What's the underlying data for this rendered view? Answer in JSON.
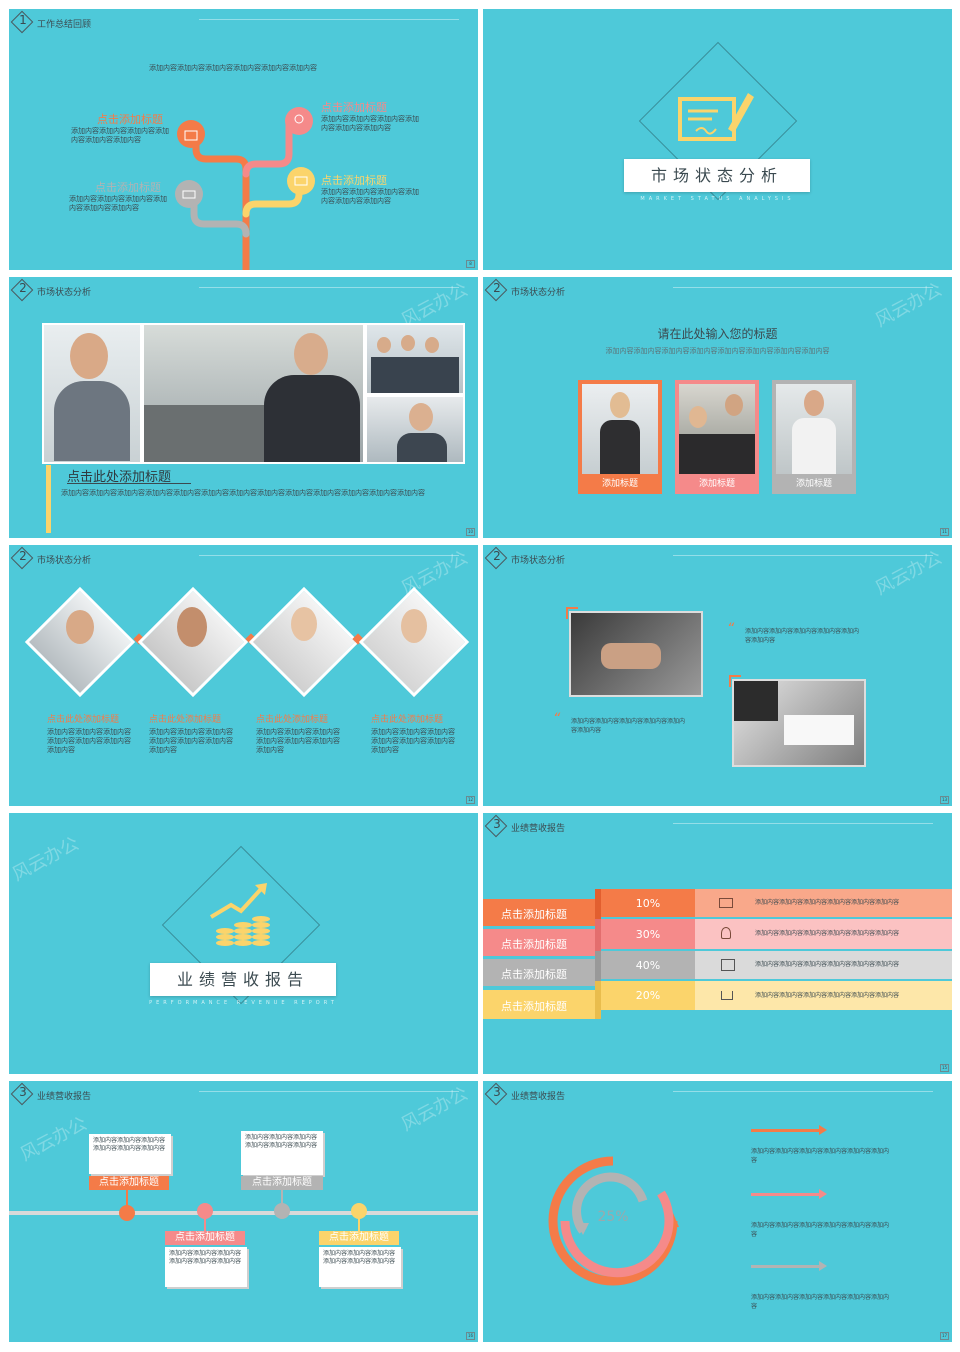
{
  "colors": {
    "bg": "#4ec9d9",
    "orange": "#f47b48",
    "pink": "#f58a8a",
    "gray": "#b3b3b3",
    "yellow": "#fbd46b",
    "dark": "#3b4a50"
  },
  "s1": {
    "num": "1",
    "header": "工作总结回顾",
    "page": "8",
    "top_text": "添加内容添加内容添加内容添加内容添加内容添加内容",
    "items": [
      {
        "title": "点击添加标题",
        "body": "添加内容添加内容添加内容添加内容添加内容添加内容"
      },
      {
        "title": "点击添加标题",
        "body": "添加内容添加内容添加内容添加内容添加内容添加内容"
      },
      {
        "title": "点击添加标题",
        "body": "添加内容添加内容添加内容添加内容添加内容添加内容"
      },
      {
        "title": "点击添加标题",
        "body": "添加内容添加内容添加内容添加内容添加内容添加内容"
      }
    ]
  },
  "s2": {
    "title": "市场状态分析",
    "subtitle": "MARKET STATUS ANALYSIS"
  },
  "s3": {
    "num": "2",
    "header": "市场状态分析",
    "page": "10",
    "title": "点击此处添加标题",
    "body": "添加内容添加内容添加内容添加内容添加内容添加内容添加内容添加内容添加内容添加内容添加内容添加内容添加内容"
  },
  "s4": {
    "num": "2",
    "header": "市场状态分析",
    "page": "11",
    "title": "请在此处输入您的标题",
    "body": "添加内容添加内容添加内容添加内容添加内容添加内容添加内容添加内容",
    "cards": [
      "添加标题",
      "添加标题",
      "添加标题"
    ]
  },
  "s5": {
    "num": "2",
    "header": "市场状态分析",
    "page": "12",
    "items": [
      {
        "title": "点击此处添加标题",
        "body": "添加内容添加内容添加内容添加内容添加内容添加内容添加内容"
      },
      {
        "title": "点击此处添加标题",
        "body": "添加内容添加内容添加内容添加内容添加内容添加内容添加内容"
      },
      {
        "title": "点击此处添加标题",
        "body": "添加内容添加内容添加内容添加内容添加内容添加内容添加内容"
      },
      {
        "title": "点击此处添加标题",
        "body": "添加内容添加内容添加内容添加内容添加内容添加内容添加内容"
      }
    ]
  },
  "s6": {
    "num": "2",
    "header": "市场状态分析",
    "page": "13",
    "quote1": "添加内容添加内容添加内容添加内容添加内容添加内容",
    "quote2": "添加内容添加内容添加内容添加内容添加内容添加内容"
  },
  "s7": {
    "title": "业绩营收报告",
    "subtitle": "PERFORMANCE REVENUE REPORT"
  },
  "s8": {
    "num": "3",
    "header": "业绩营收报告",
    "page": "15",
    "rows": [
      {
        "label": "点击添加标题",
        "pct": "10%",
        "body": "添加内容添加内容添加内容添加内容添加内容添加内容"
      },
      {
        "label": "点击添加标题",
        "pct": "30%",
        "body": "添加内容添加内容添加内容添加内容添加内容添加内容"
      },
      {
        "label": "点击添加标题",
        "pct": "40%",
        "body": "添加内容添加内容添加内容添加内容添加内容添加内容"
      },
      {
        "label": "点击添加标题",
        "pct": "20%",
        "body": "添加内容添加内容添加内容添加内容添加内容添加内容"
      }
    ]
  },
  "s9": {
    "num": "3",
    "header": "业绩营收报告",
    "page": "16",
    "items": [
      {
        "title": "点击添加标题",
        "body": "添加内容添加内容添加内容添加内容添加内容添加内容"
      },
      {
        "title": "点击添加标题",
        "body": "添加内容添加内容添加内容添加内容添加内容添加内容"
      },
      {
        "title": "点击添加标题",
        "body": "添加内容添加内容添加内容添加内容添加内容添加内容"
      },
      {
        "title": "点击添加标题",
        "body": "添加内容添加内容添加内容添加内容添加内容添加内容"
      }
    ]
  },
  "s10": {
    "num": "3",
    "header": "业绩营收报告",
    "page": "17",
    "center": "25%",
    "items": [
      "添加内容添加内容添加内容添加内容添加内容添加内容",
      "添加内容添加内容添加内容添加内容添加内容添加内容",
      "添加内容添加内容添加内容添加内容添加内容添加内容"
    ]
  }
}
